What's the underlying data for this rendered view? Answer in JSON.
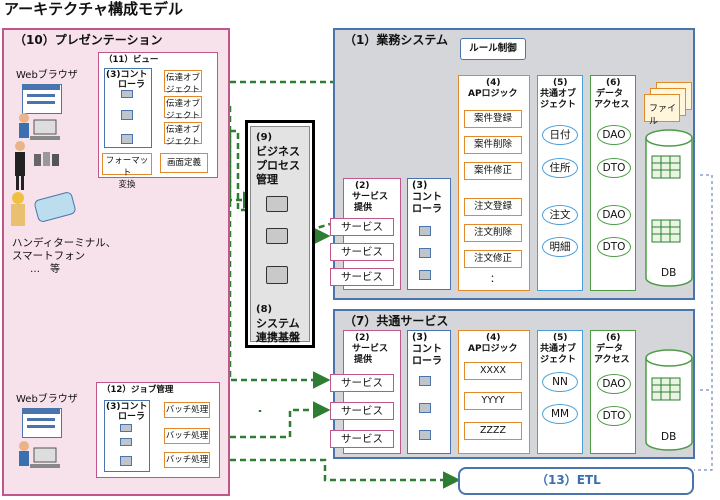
{
  "title": "アーキテクチャ構成モデル",
  "presentation": {
    "title": "（10）プレゼンテーション",
    "web_browser_1": "Webブラウザ",
    "web_browser_2": "Webブラウザ",
    "terminal_label_1": "ハンディターミナル、",
    "terminal_label_2": "スマートフォン",
    "terminal_label_3": "…　等",
    "view": {
      "title": "（11）ビュー",
      "controller_1": "(3)コント",
      "controller_2": "ローラ",
      "transfer_1": "伝達オブ",
      "transfer_2": "ジェクト",
      "format_1": "フォーマット",
      "format_2": "変換",
      "screen_def": "画面定義"
    },
    "job": {
      "title": "（12）ジョブ管理",
      "controller_1": "(3)コント",
      "controller_2": "ローラ",
      "batch": "バッチ処理"
    }
  },
  "bpm": {
    "title_num": "(9)",
    "title_1": "ビジネス",
    "title_2": "プロセス",
    "title_3": "管理",
    "sys_num": "(8)",
    "sys_1": "システム",
    "sys_2": "連携基盤"
  },
  "business": {
    "title": "（1）業務システム",
    "rule": "ルール制御",
    "service_provide_num": "(2)",
    "service_provide_1": "サービス",
    "service_provide_2": "提供",
    "controller_num": "(3)",
    "controller_1": "コント",
    "controller_2": "ローラ",
    "aplogic_num": "(4)",
    "aplogic": "APロジック",
    "common_obj_num": "(5)",
    "common_obj_1": "共通オブ",
    "common_obj_2": "ジェクト",
    "data_access_num": "(6)",
    "data_access_1": "データ",
    "data_access_2": "アクセス",
    "file": "ファイル",
    "service": "サービス",
    "ap_items": [
      "案件登録",
      "案件削除",
      "案件修正",
      "注文登録",
      "注文削除",
      "注文修正",
      "："
    ],
    "objects": [
      "日付",
      "住所",
      "注文",
      "明細"
    ],
    "dao": "DAO",
    "dto": "DTO",
    "db": "DB"
  },
  "common": {
    "title": "（7）共通サービス",
    "service_provide_num": "(2)",
    "service_provide_1": "サービス",
    "service_provide_2": "提供",
    "controller_num": "(3)",
    "controller_1": "コント",
    "controller_2": "ローラ",
    "aplogic_num": "(4)",
    "aplogic": "APロジック",
    "common_obj_num": "(5)",
    "common_obj_1": "共通オブ",
    "common_obj_2": "ジェクト",
    "data_access_num": "(6)",
    "data_access_1": "データ",
    "data_access_2": "アクセス",
    "service": "サービス",
    "ap_items": [
      "XXXX",
      "YYYY",
      "ZZZZ"
    ],
    "objects": [
      "NN",
      "MM"
    ],
    "dao": "DAO",
    "dto": "DTO",
    "db": "DB"
  },
  "etl": "（13）ETL",
  "colors": {
    "pink": "#c0578a",
    "blue": "#4a74ad",
    "orange": "#e08a2c",
    "green": "#2e7d32"
  }
}
